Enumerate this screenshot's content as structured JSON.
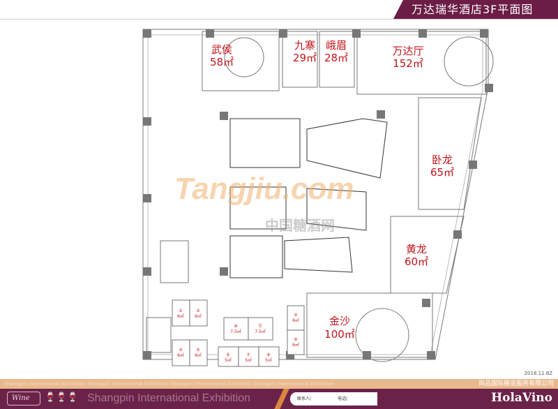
{
  "header": {
    "title": "万达瑞华酒店3F平面图"
  },
  "rooms": [
    {
      "name": "武侯",
      "area": "58㎡"
    },
    {
      "name": "九寨",
      "area": "29㎡"
    },
    {
      "name": "峨眉",
      "area": "28㎡"
    },
    {
      "name": "万达厅",
      "area": "152㎡"
    },
    {
      "name": "卧龙",
      "area": "65㎡"
    },
    {
      "name": "黄龙",
      "area": "60㎡"
    },
    {
      "name": "金沙",
      "area": "100㎡"
    }
  ],
  "booths": [
    {
      "no": "①",
      "area": "6㎡"
    },
    {
      "no": "②",
      "area": "6㎡"
    },
    {
      "no": "③",
      "area": "6㎡"
    },
    {
      "no": "⑤",
      "area": "6㎡"
    },
    {
      "no": "⑩",
      "area": "7.5㎡"
    },
    {
      "no": "⑪",
      "area": "7.5㎡"
    },
    {
      "no": "⑥",
      "area": "5㎡"
    },
    {
      "no": "⑦",
      "area": "5㎡"
    },
    {
      "no": "⑧",
      "area": "5㎡"
    },
    {
      "no": "④",
      "area": "6㎡"
    },
    {
      "no": "⑨",
      "area": "6㎡"
    }
  ],
  "watermark": {
    "latin": "Tangjiu.com",
    "cn": "中国糖酒网"
  },
  "footer": {
    "date": "2018.11.8Z",
    "band_text": "Shangpin International Exhibition     Shangpin International Exhibition     Shangpin International Exhibition     Shangpin International Exhibition",
    "company": "尚品国际展览服务有限公司",
    "wine_logo": "Wine",
    "slogan": "Shangpin International Exhibition",
    "contact_label": "联系人|",
    "phone_label": "电话|",
    "brand": "HolaVino"
  },
  "colors": {
    "accent": "#6b1d45",
    "room_label": "#c0141c",
    "band": "#e9b98e"
  }
}
